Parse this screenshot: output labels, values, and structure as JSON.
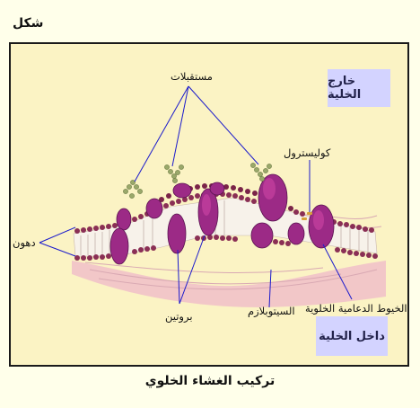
{
  "figure": {
    "corner_label": "شكل",
    "caption": "تركيب الغشاء الخلوي"
  },
  "regions": {
    "outside": "خارج الخلية",
    "inside": "داخل الخلية"
  },
  "labels": {
    "receptors": "مستقبلات",
    "cholesterol": "كوليسترول",
    "lipids": "دهون",
    "proteins": "بروتين",
    "cytoplasm": "السيتوبلازم",
    "cytoskeleton": "الخيوط الدعامية الخلوية"
  },
  "colors": {
    "background": "#ffffea",
    "frame_fill": "#fbf3c4",
    "region_box": "#d3d3ff",
    "pointer_line": "#1a1acc",
    "phospholipid_head": "#8a2f55",
    "protein": "#9c2a86",
    "cytoplasm": "#f1c2c9",
    "receptor_chain": "#9aa86a"
  }
}
